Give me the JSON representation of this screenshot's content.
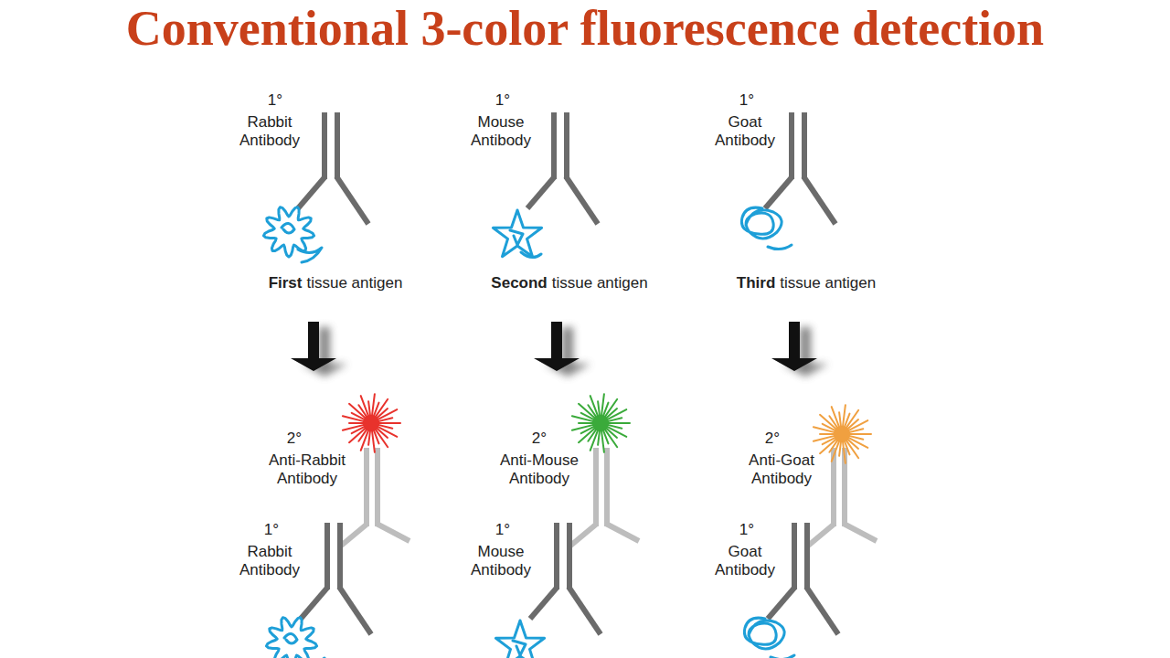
{
  "diagram": {
    "title": "Conventional 3-color fluorescence detection",
    "labels": [
      "1°",
      "Rabbit Antibody",
      "1°",
      "Mouse Antibody",
      "1°",
      "Goat Antibody",
      "First",
      "tissue antigen",
      "Second",
      "tissue antigen",
      "Third",
      "tissue antigen",
      "2°",
      "Anti-Rabbit Antibody",
      "2°",
      "Anti-Mouse Antibody",
      "2°",
      "Anti-Goat Antibody",
      "1°",
      "Rabbit Antibody",
      "1°",
      "Mouse Antibody",
      "1°",
      "Goat Antibody"
    ]
  }
}
